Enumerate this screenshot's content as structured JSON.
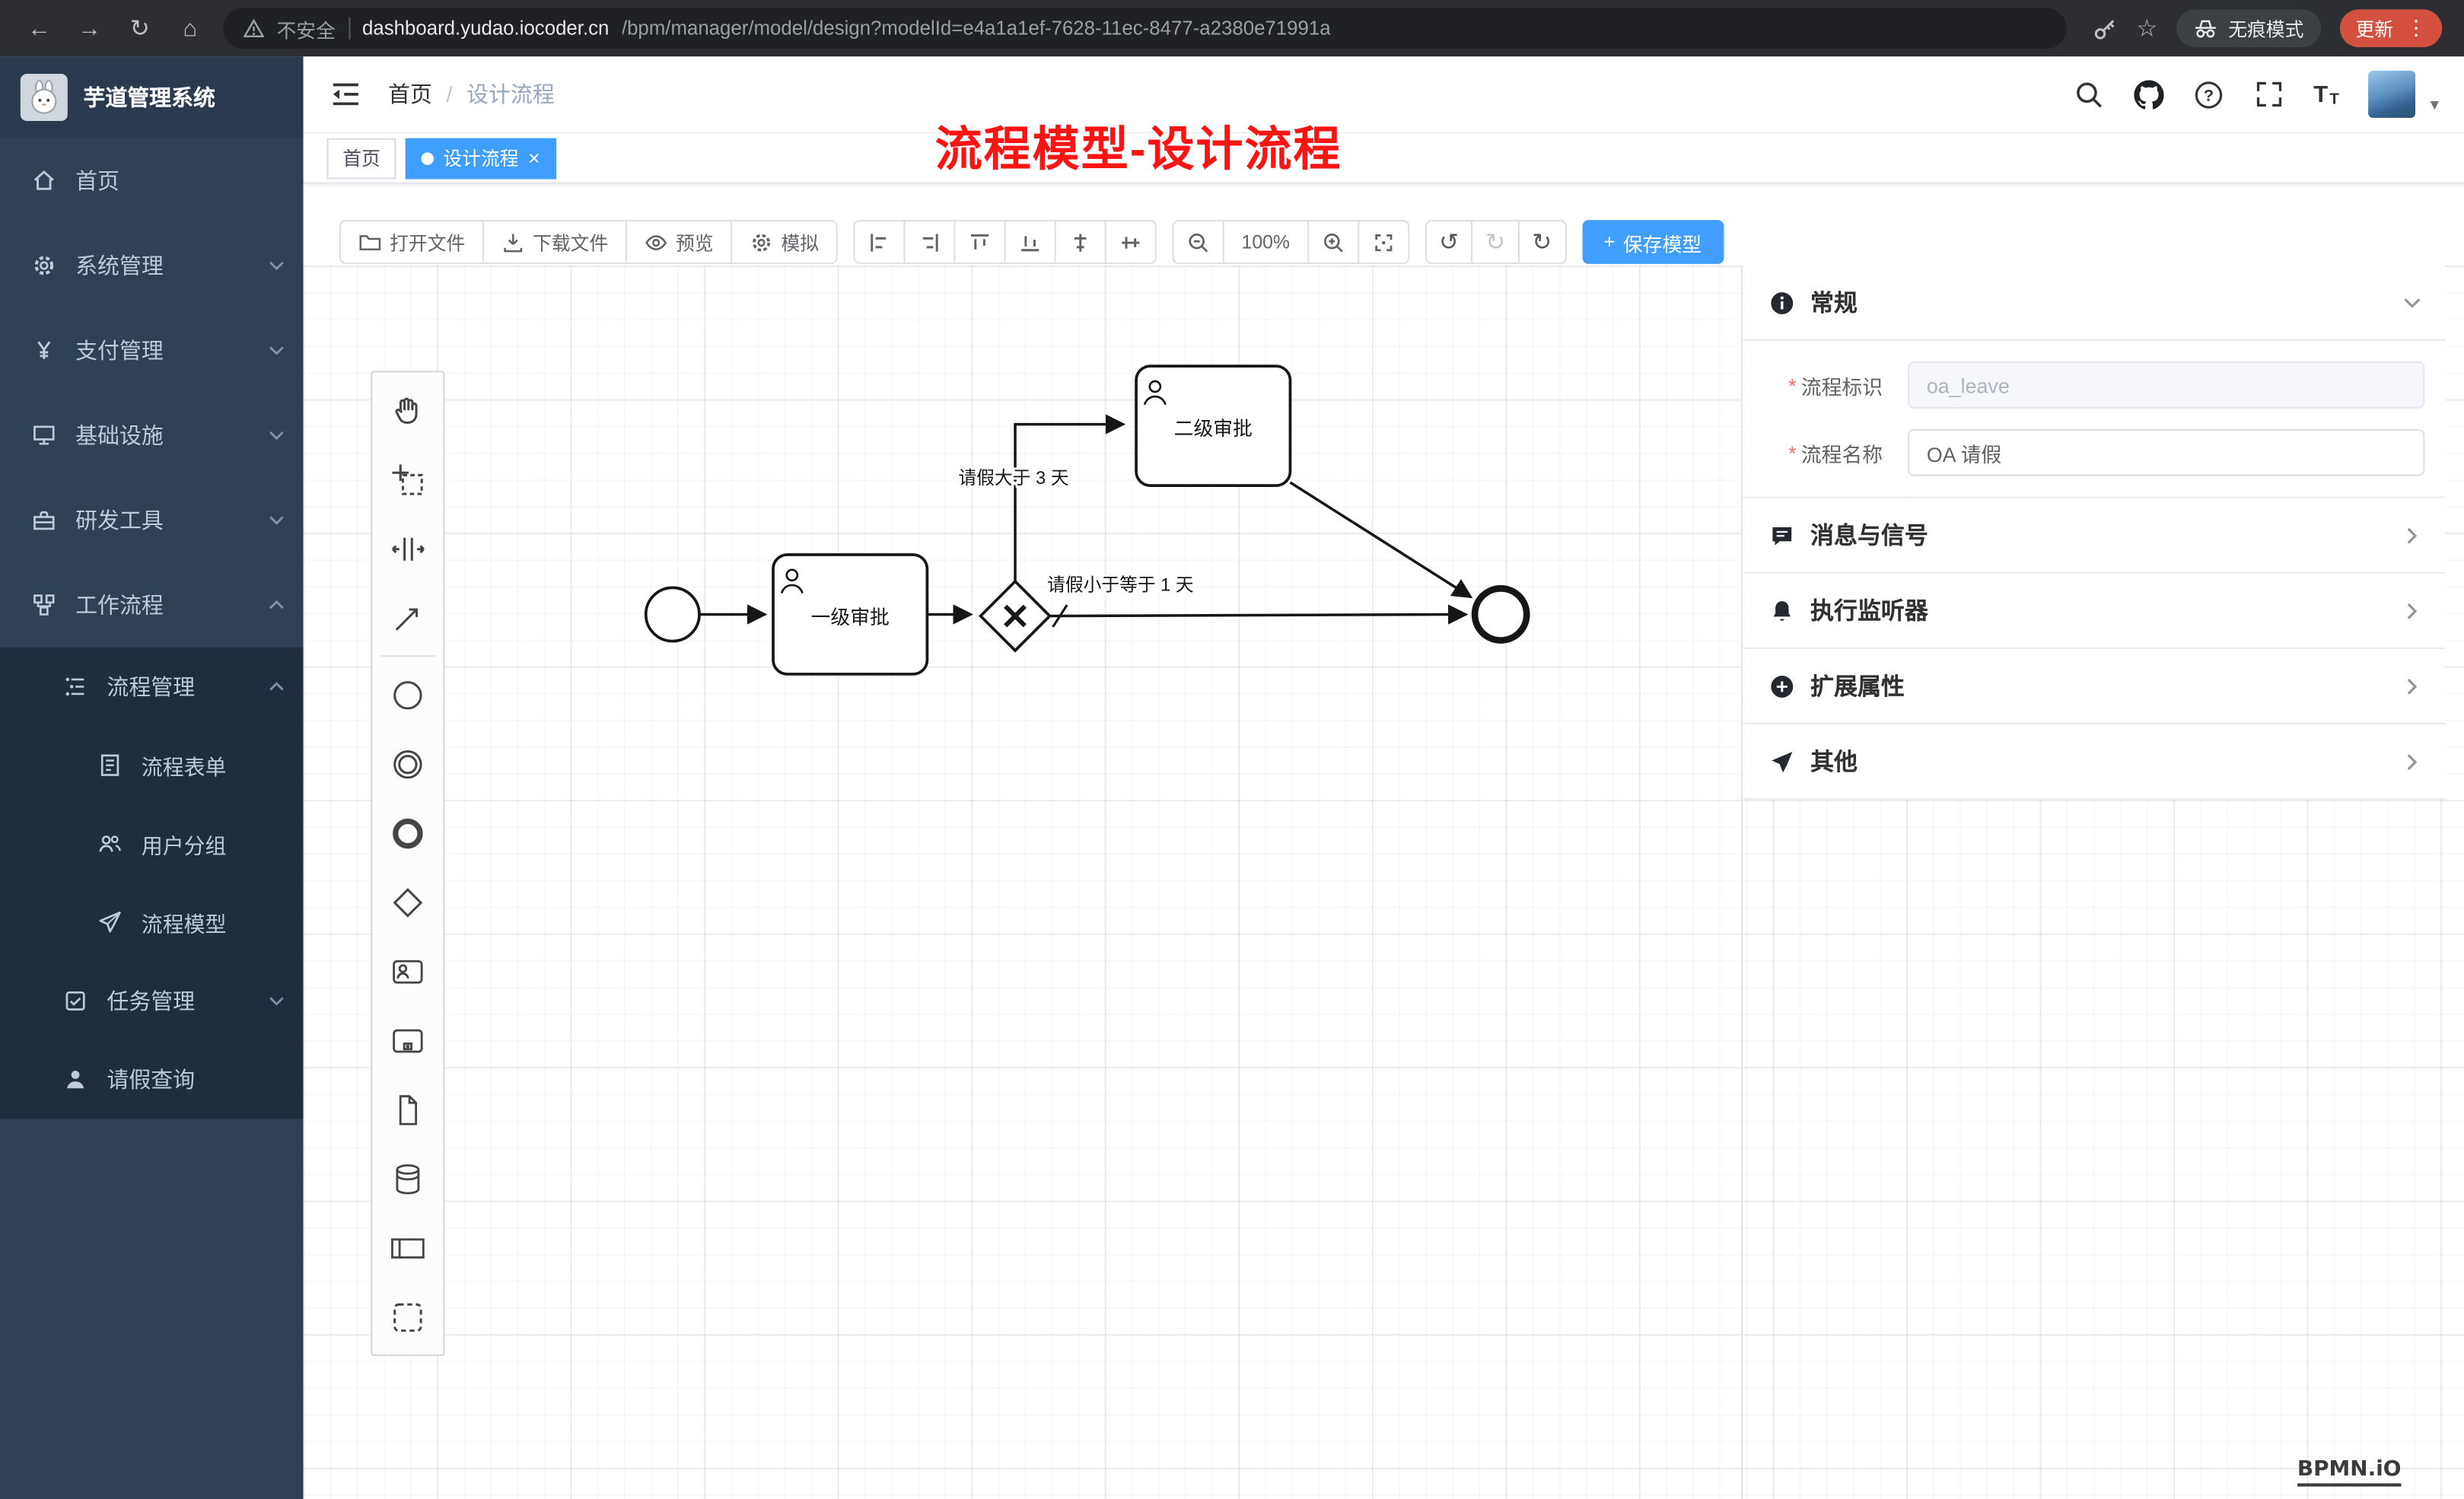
{
  "browser": {
    "back": "←",
    "forward": "→",
    "reload": "↻",
    "home": "⌂",
    "security": "不安全",
    "url_host": "dashboard.yudao.iocoder.cn",
    "url_path": "/bpm/manager/model/design?modelId=e4a1a1ef-7628-11ec-8477-a2380e71991a",
    "star": "☆",
    "incognito": "无痕模式",
    "update": "更新",
    "kebab": "⋮"
  },
  "sidebar": {
    "app_title": "芋道管理系统",
    "items": [
      {
        "label": "首页",
        "icon": "home-icon"
      },
      {
        "label": "系统管理",
        "icon": "gear-icon",
        "chevron": "down"
      },
      {
        "label": "支付管理",
        "icon": "yen-icon",
        "chevron": "down"
      },
      {
        "label": "基础设施",
        "icon": "infrastructure-icon",
        "chevron": "down"
      },
      {
        "label": "研发工具",
        "icon": "devtools-icon",
        "chevron": "down"
      },
      {
        "label": "工作流程",
        "icon": "workflow-icon",
        "chevron": "up"
      },
      {
        "label": "流程管理",
        "icon": "process-manage-icon",
        "chevron": "up",
        "level": 2
      },
      {
        "label": "流程表单",
        "icon": "form-icon",
        "level": 3
      },
      {
        "label": "用户分组",
        "icon": "user-group-icon",
        "level": 3
      },
      {
        "label": "流程模型",
        "icon": "process-model-icon",
        "level": 3
      },
      {
        "label": "任务管理",
        "icon": "task-manage-icon",
        "chevron": "down",
        "level": 2
      },
      {
        "label": "请假查询",
        "icon": "person-icon",
        "level": 2
      }
    ]
  },
  "header": {
    "breadcrumb_home": "首页",
    "breadcrumb_sep": "/",
    "breadcrumb_current": "设计流程"
  },
  "tabs": {
    "home": "首页",
    "active": "设计流程",
    "close": "×"
  },
  "annotation": {
    "text": "流程模型-设计流程"
  },
  "toolbar": {
    "open": "打开文件",
    "download": "下载文件",
    "preview": "预览",
    "simulate": "模拟",
    "zoom": "100%",
    "undo": "↺",
    "redo": "↻",
    "refresh": "↻",
    "save_plus": "+",
    "save": "保存模型"
  },
  "diagram": {
    "task1": "一级审批",
    "task2": "二级审批",
    "cond1": "请假大于 3 天",
    "cond2": "请假小于等于 1 天"
  },
  "panel": {
    "sections": [
      {
        "label": "常规",
        "expanded": true
      },
      {
        "label": "消息与信号"
      },
      {
        "label": "执行监听器"
      },
      {
        "label": "扩展属性"
      },
      {
        "label": "其他"
      }
    ],
    "fields": [
      {
        "label": "流程标识",
        "value": "oa_leave",
        "required": true,
        "disabled": true
      },
      {
        "label": "流程名称",
        "value": "OA 请假",
        "required": true
      }
    ]
  },
  "watermark": {
    "text": "BPMN.iO"
  },
  "colors": {
    "accent": "#409eff",
    "sidebar_bg": "#304156",
    "submenu_bg": "#1f2d3d",
    "annotation_red": "#fb1414",
    "update_button": "#d3503e",
    "danger": "#f56c6c"
  }
}
